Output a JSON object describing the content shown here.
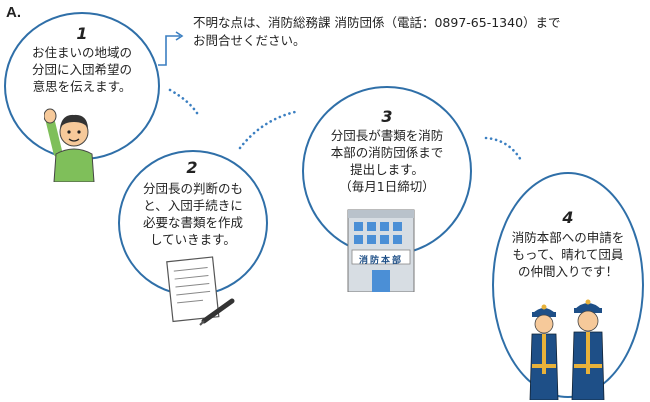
{
  "section_label": "A.",
  "contact_note": "不明な点は、消防総務課 消防団係（電話：0897-65-1340）まで\nお問合せください。",
  "steps": [
    {
      "number": "1",
      "text": "お住まいの地域の\n分団に入団希望の\n意思を伝えます。"
    },
    {
      "number": "2",
      "text": "分団長の判断のも\nと、入団手続きに\n必要な書類を作成\nしていきます。"
    },
    {
      "number": "3",
      "text": "分団長が書類を消防\n本部の消防団係まで\n提出します。\n（毎月1日締切）"
    },
    {
      "number": "4",
      "text": "消防本部への申請を\nもって、晴れて団員\nの仲間入りです！"
    }
  ],
  "building_sign": "消防本部",
  "colors": {
    "circle_border": "#2f6fa8",
    "dotted": "#3b7fc1",
    "arrow": "#3b7fc1"
  }
}
